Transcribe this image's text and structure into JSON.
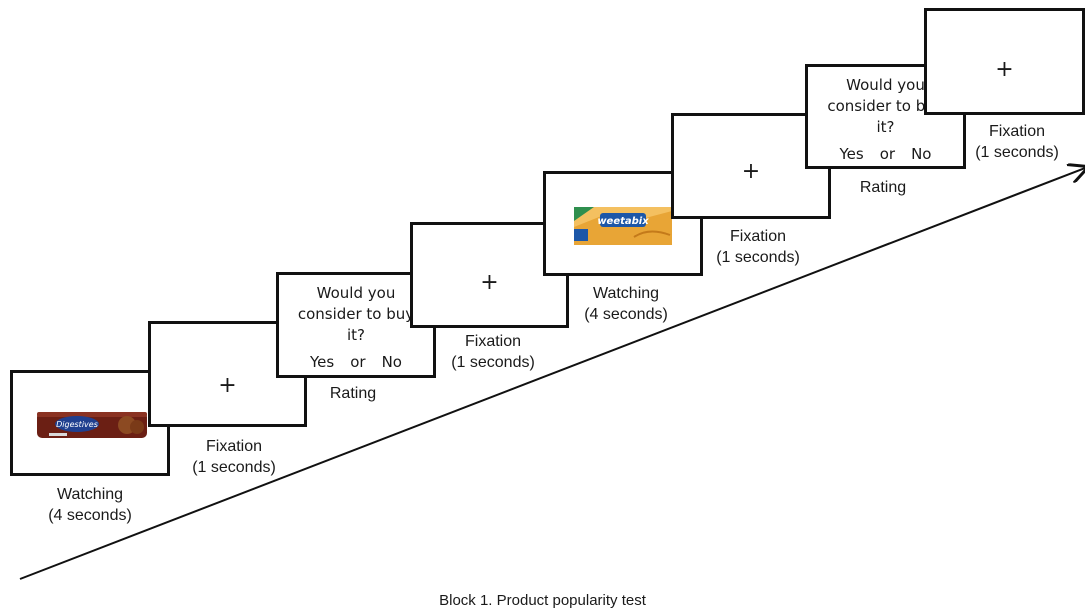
{
  "stages": [
    {
      "kind": "watching",
      "caption_line1": "Watching",
      "caption_line2": "(4 seconds)",
      "product": "Digestives"
    },
    {
      "kind": "fixation",
      "symbol": "+",
      "caption_line1": "Fixation",
      "caption_line2": "(1 seconds)"
    },
    {
      "kind": "rating",
      "question_line1": "Would you",
      "question_line2": "consider to buy",
      "question_line3": "it?",
      "yes": "Yes",
      "or": "or",
      "no": "No",
      "caption": "Rating"
    },
    {
      "kind": "fixation",
      "symbol": "+",
      "caption_line1": "Fixation",
      "caption_line2": "(1 seconds)"
    },
    {
      "kind": "watching",
      "caption_line1": "Watching",
      "caption_line2": "(4 seconds)",
      "product": "Weetabix"
    },
    {
      "kind": "fixation",
      "symbol": "+",
      "caption_line1": "Fixation",
      "caption_line2": "(1 seconds)"
    },
    {
      "kind": "rating",
      "question_line1": "Would you",
      "question_line2": "consider to buy",
      "question_line3": "it?",
      "yes": "Yes",
      "or": "or",
      "no": "No",
      "caption": "Rating"
    },
    {
      "kind": "fixation",
      "symbol": "+",
      "caption_line1": "Fixation",
      "caption_line2": "(1 seconds)"
    }
  ],
  "footer": "Block 1. Product popularity test",
  "colors": {
    "digestives_pack": "#6b1f14",
    "digestives_label": "#1f3f8f",
    "weetabix_wheat": "#e8a536",
    "weetabix_blue": "#1d57a8"
  }
}
